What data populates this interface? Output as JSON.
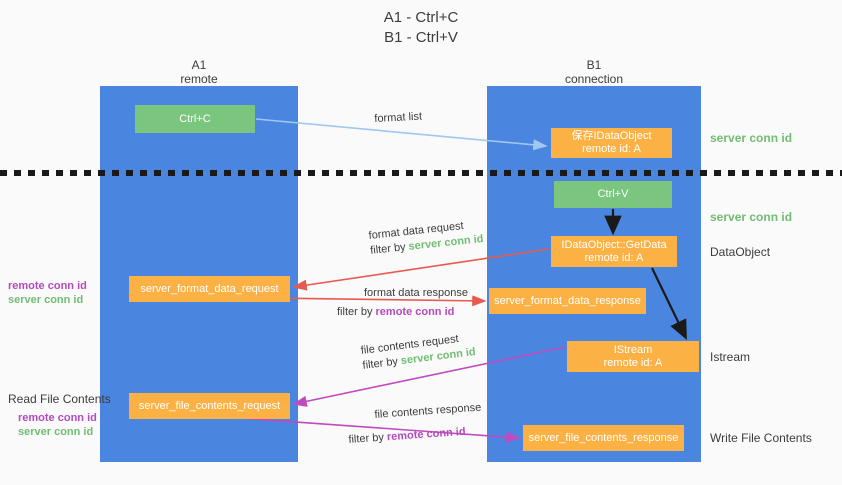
{
  "title": "A1 - Ctrl+C\nB1 - Ctrl+V",
  "columns": {
    "a1": {
      "caption": "A1\nremote"
    },
    "b1": {
      "caption": "B1\nconnection"
    }
  },
  "nodes": {
    "ctrl_c": "Ctrl+C",
    "save_idataobject": "保存IDataObject\nremote id: A",
    "ctrl_v": "Ctrl+V",
    "getdata": "IDataObject::GetData\nremote id: A",
    "istream": "IStream\nremote id: A",
    "server_format_data_request": "server_format_data_request",
    "server_format_data_response": "server_format_data_response",
    "server_file_contents_request": "server_file_contents_request",
    "server_file_contents_response": "server_file_contents_response"
  },
  "right_annotations": {
    "server_conn_id_top": "server conn id",
    "server_conn_id_mid": "server conn id",
    "dataobject": "DataObject",
    "istream": "Istream",
    "write_file_contents": "Write File Contents"
  },
  "left_annotations": {
    "remote_conn_id_1": "remote conn id",
    "server_conn_id_1": "server conn id",
    "read_file_contents": "Read File Contents",
    "remote_conn_id_2": "remote conn id",
    "server_conn_id_2": "server conn id"
  },
  "edge_labels": {
    "format_list": "format list",
    "format_data_request": "format data request",
    "filter_by": "filter by ",
    "server_conn_id": "server conn id",
    "format_data_response": "format data response",
    "remote_conn_id": "remote conn id",
    "file_contents_request": "file contents request",
    "file_contents_response": "file contents response"
  },
  "colors": {
    "panel_blue": "#4a86e0",
    "node_green": "#7ac67f",
    "node_orange": "#fbb144",
    "accent_green_text": "#71bd72",
    "accent_purple_text": "#b44ac0",
    "arrow_red": "#e8594f",
    "arrow_purple": "#c04ac0",
    "arrow_lightblue": "#9fc7ef",
    "arrow_black": "#1a1a1a",
    "background": "#fafafa"
  }
}
